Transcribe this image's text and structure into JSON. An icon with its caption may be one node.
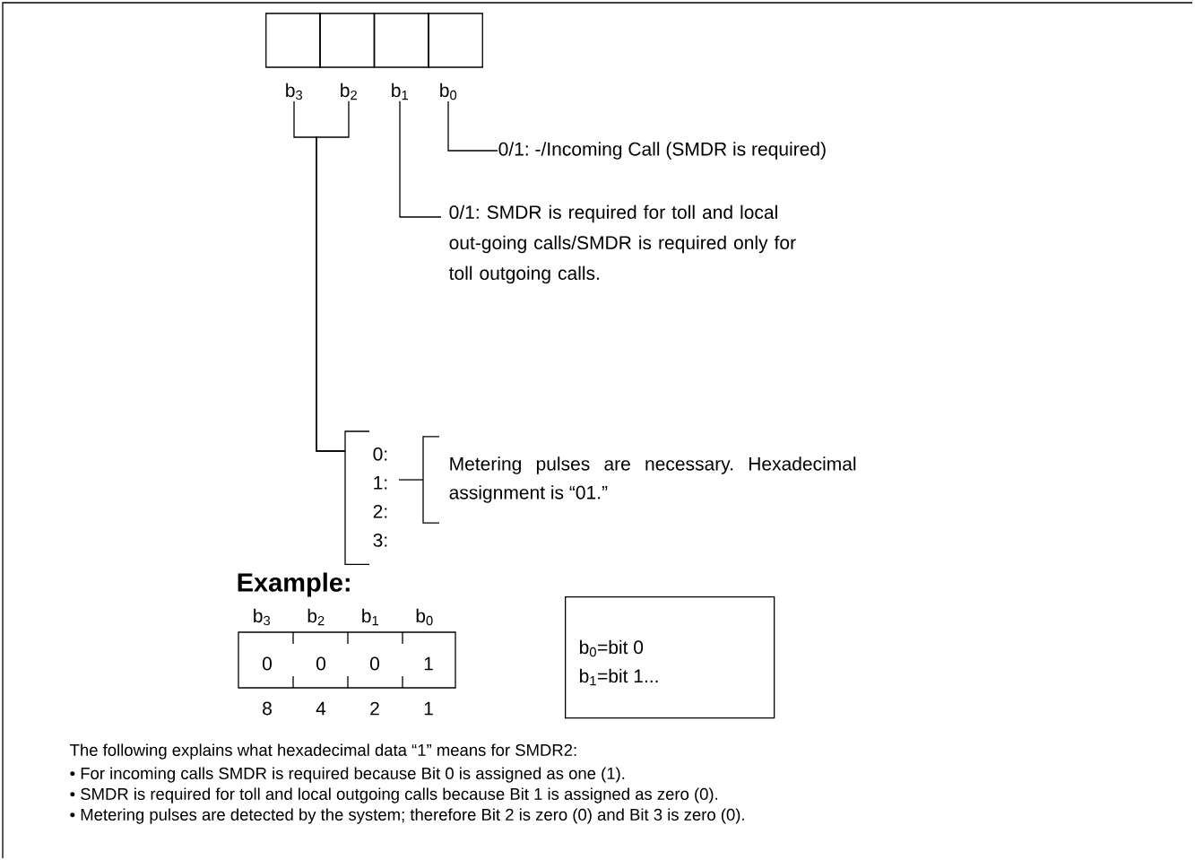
{
  "diagram": {
    "nodes": [
      {
        "text": [],
        "shape": "box"
      },
      {
        "text": [],
        "shape": "box"
      },
      {
        "text": [],
        "shape": "box"
      },
      {
        "text": [],
        "shape": "box"
      },
      {
        "text": [
          "b$_{3}$"
        ]
      },
      {
        "text": [
          "b$_{2}$"
        ]
      },
      {
        "text": [
          "b$_{1}$"
        ]
      },
      {
        "text": [
          "b$_{0}$"
        ]
      },
      {
        "text": [
          "0/1: -/Incoming Call (SMDR is required)"
        ]
      },
      {
        "text": [
          "0/1: SMDR is required for toll and local out-going calls/SMDR is required only for toll outgoing calls."
        ]
      },
      {
        "text": [
          "0:",
          "1:",
          "2:",
          "3:"
        ]
      },
      {
        "text": [
          "Metering pulses are necessary. Hexadecimal assignment is “01.”"
        ]
      },
      {
        "text": [
          "0",
          "0",
          "0",
          "1"
        ],
        "beside": [
          "b$_{3}$",
          "b$_{2}$",
          "b$_{1}$",
          "b$_{0}$",
          "8",
          "4",
          "2",
          "1"
        ]
      },
      {
        "text": [
          "b$_{0}$=bit 0",
          "b$_{1}$=bit 1..."
        ]
      }
    ],
    "edges": [
      {
        "from": 7,
        "to": 8,
        "arrow": "none"
      },
      {
        "from": 6,
        "to": 9,
        "arrow": "none"
      },
      {
        "from": 4,
        "to": 10,
        "arrow": "none"
      },
      {
        "from": 5,
        "to": 10,
        "arrow": "none"
      },
      {
        "from": 10,
        "to": 11,
        "arrow": "none"
      }
    ],
    "labels": [
      "Example:",
      "The following explains what hexadecimal data “1” means for SMDR2:",
      "• For incoming calls SMDR is required because Bit 0 is assigned as one (1).",
      "• SMDR is required for toll and local outgoing calls because Bit 1 is assigned as zero (0).",
      "• Metering pulses are detected by the system; therefore Bit 2 is zero (0) and Bit 3 is zero (0)."
    ]
  }
}
